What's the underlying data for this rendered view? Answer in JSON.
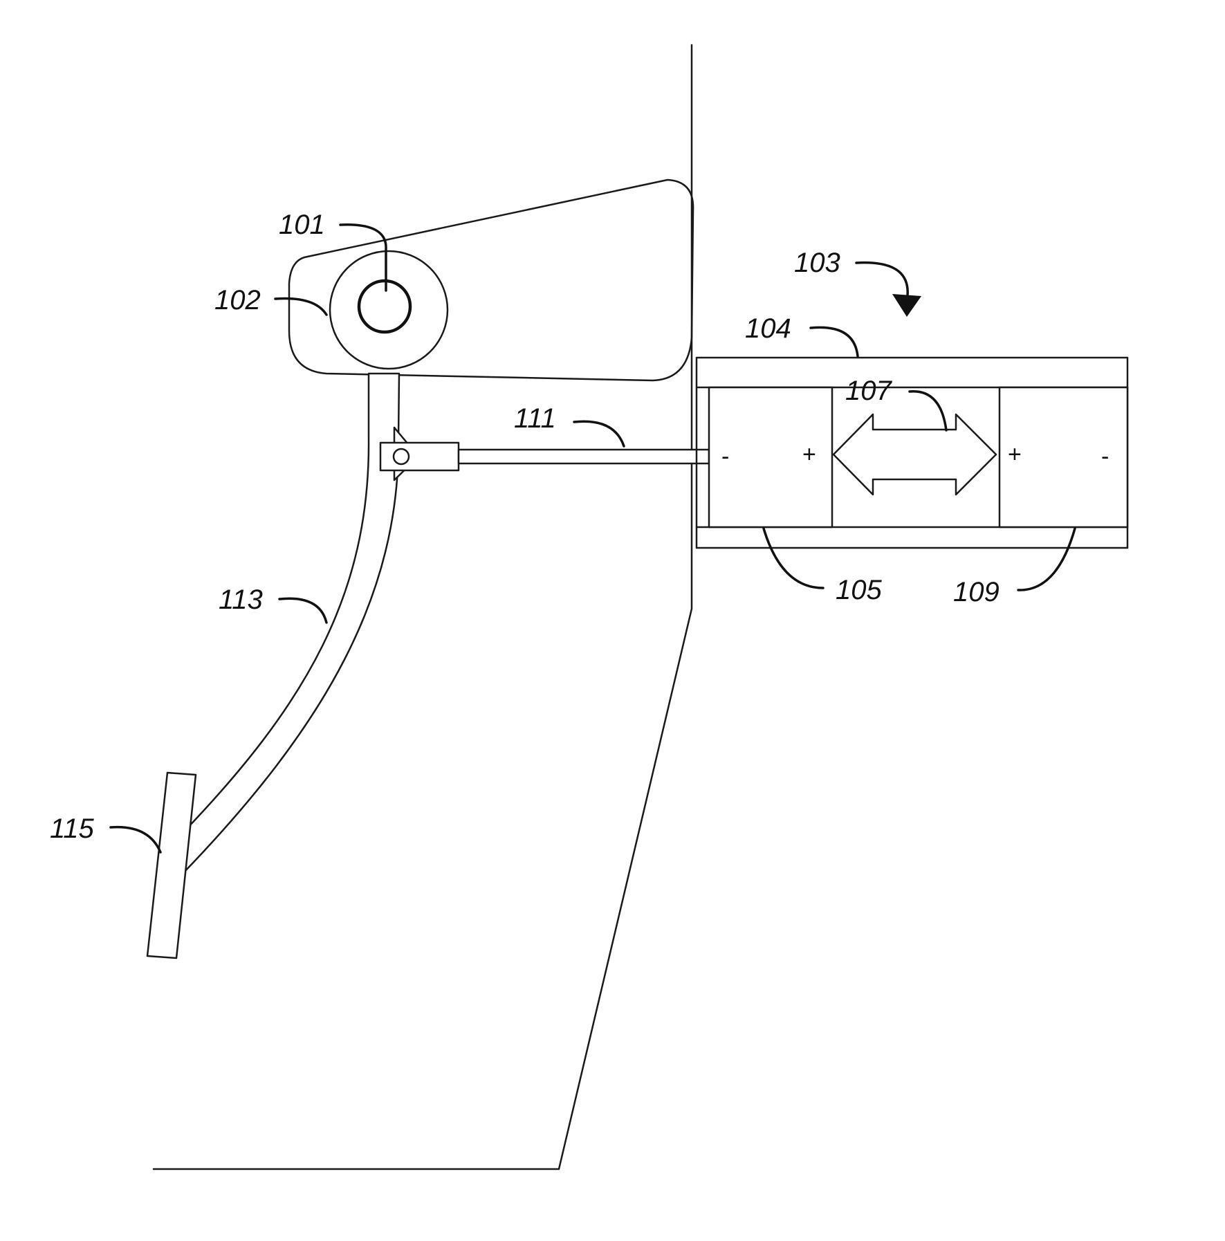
{
  "labels": {
    "l101": "101",
    "l102": "102",
    "l103": "103",
    "l104": "104",
    "l105": "105",
    "l107": "107",
    "l109": "109",
    "l111": "111",
    "l113": "113",
    "l115": "115"
  },
  "polarity": {
    "left_minus": "-",
    "left_plus": "+",
    "right_plus": "+",
    "right_minus": "-"
  }
}
